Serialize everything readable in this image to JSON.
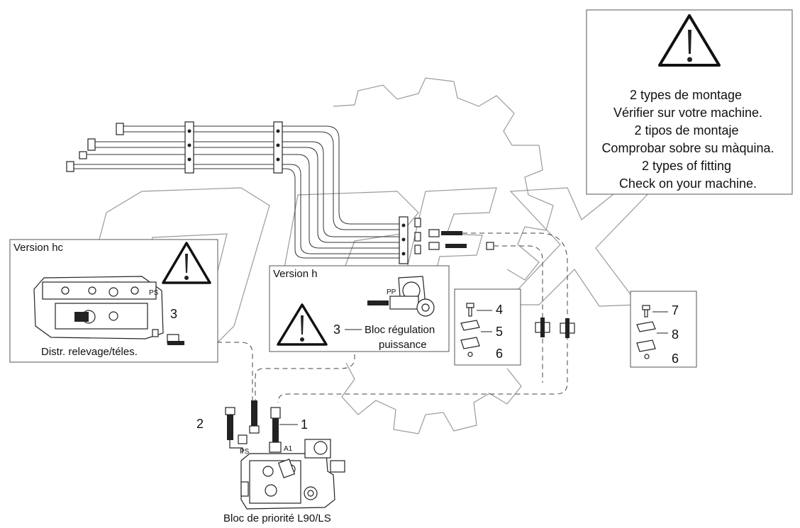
{
  "notice": {
    "lines": [
      "2 types de montage",
      "Vérifier sur votre machine.",
      "2 tipos de montaje",
      "Comprobar sobre su màquina.",
      "2 types of fitting",
      "Check on your machine."
    ]
  },
  "version_hc": {
    "title": "Version hc",
    "port_label": "PS",
    "callout": "3",
    "caption": "Distr. relevage/téles."
  },
  "version_h": {
    "title": "Version h",
    "port_label": "PP",
    "callout": "3",
    "caption_line1": "Bloc régulation",
    "caption_line2": "puissance"
  },
  "clamp_kit_a": {
    "callouts": [
      "4",
      "5",
      "6"
    ]
  },
  "clamp_kit_b": {
    "callouts": [
      "7",
      "8",
      "6"
    ]
  },
  "priority_block": {
    "caption": "Bloc de priorité L90/LS",
    "port_ps": "PS",
    "port_a1": "A1",
    "callout_left": "2",
    "callout_right": "1"
  }
}
